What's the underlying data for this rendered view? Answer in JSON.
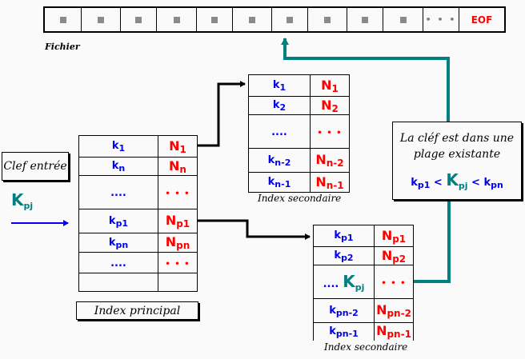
{
  "file": {
    "label": "Fichier",
    "cells": [
      {
        "type": "record"
      },
      {
        "type": "record"
      },
      {
        "type": "record"
      },
      {
        "type": "record"
      },
      {
        "type": "record"
      },
      {
        "type": "record"
      },
      {
        "type": "record"
      },
      {
        "type": "record"
      },
      {
        "type": "record"
      },
      {
        "type": "record"
      },
      {
        "type": "ellipsis",
        "text": "• • •"
      },
      {
        "type": "eof",
        "text": "EOF"
      }
    ]
  },
  "input": {
    "label": "Clef entrée",
    "key": {
      "base": "K",
      "sub": "pj"
    }
  },
  "main_index": {
    "label": "Index principal",
    "rows": [
      {
        "k": {
          "base": "k",
          "sub": "1"
        },
        "n": {
          "base": "N",
          "sub": "1"
        }
      },
      {
        "k": {
          "base": "k",
          "sub": "n"
        },
        "n": {
          "base": "N",
          "sub": "n"
        }
      },
      {
        "k": {
          "base": "....",
          "sub": ""
        },
        "n": {
          "base": "• • •",
          "sub": ""
        }
      },
      {
        "k": {
          "base": "k",
          "sub": "p1"
        },
        "n": {
          "base": "N",
          "sub": "p1"
        }
      },
      {
        "k": {
          "base": "k",
          "sub": "pn"
        },
        "n": {
          "base": "N",
          "sub": "pn"
        }
      },
      {
        "k": {
          "base": "....",
          "sub": ""
        },
        "n": {
          "base": "• • •",
          "sub": ""
        }
      },
      {
        "k": {
          "base": "",
          "sub": ""
        },
        "n": {
          "base": "",
          "sub": ""
        }
      }
    ]
  },
  "secondary_index_1": {
    "label": "Index secondaire",
    "rows": [
      {
        "k": {
          "base": "k",
          "sub": "1"
        },
        "n": {
          "base": "N",
          "sub": "1"
        }
      },
      {
        "k": {
          "base": "k",
          "sub": "2"
        },
        "n": {
          "base": "N",
          "sub": "2"
        }
      },
      {
        "k": {
          "base": "....",
          "sub": ""
        },
        "n": {
          "base": "• • •",
          "sub": ""
        }
      },
      {
        "k": {
          "base": "k",
          "sub": "n-2"
        },
        "n": {
          "base": "N",
          "sub": "n-2"
        }
      },
      {
        "k": {
          "base": "k",
          "sub": "n-1"
        },
        "n": {
          "base": "N",
          "sub": "n-1"
        }
      }
    ]
  },
  "secondary_index_2": {
    "label": "Index secondaire",
    "rows": [
      {
        "k": {
          "base": "k",
          "sub": "p1"
        },
        "n": {
          "base": "N",
          "sub": "p1"
        }
      },
      {
        "k": {
          "base": "k",
          "sub": "p2"
        },
        "n": {
          "base": "N",
          "sub": "p2"
        }
      },
      {
        "k": {
          "base": "....",
          "sub": ""
        },
        "kpj": {
          "base": "K",
          "sub": "pj"
        },
        "n": {
          "base": "• • •",
          "sub": ""
        }
      },
      {
        "k": {
          "base": "k",
          "sub": "pn-2"
        },
        "n": {
          "base": "N",
          "sub": "pn-2"
        }
      },
      {
        "k": {
          "base": "k",
          "sub": "pn-1"
        },
        "n": {
          "base": "N",
          "sub": "pn-1"
        }
      }
    ]
  },
  "note": {
    "line1": "La cléf est dans une",
    "line2": "plage existante",
    "formula": [
      {
        "base": "k",
        "sub": "p1",
        "color": "blue"
      },
      {
        "op": "<"
      },
      {
        "base": "K",
        "sub": "pj",
        "color": "teal"
      },
      {
        "op": "<"
      },
      {
        "base": "k",
        "sub": "pn",
        "color": "blue"
      }
    ]
  },
  "colors": {
    "key": "#0000ee",
    "pointer": "#ff0000",
    "search_key": "#008080",
    "record": "#8a8a8a"
  }
}
